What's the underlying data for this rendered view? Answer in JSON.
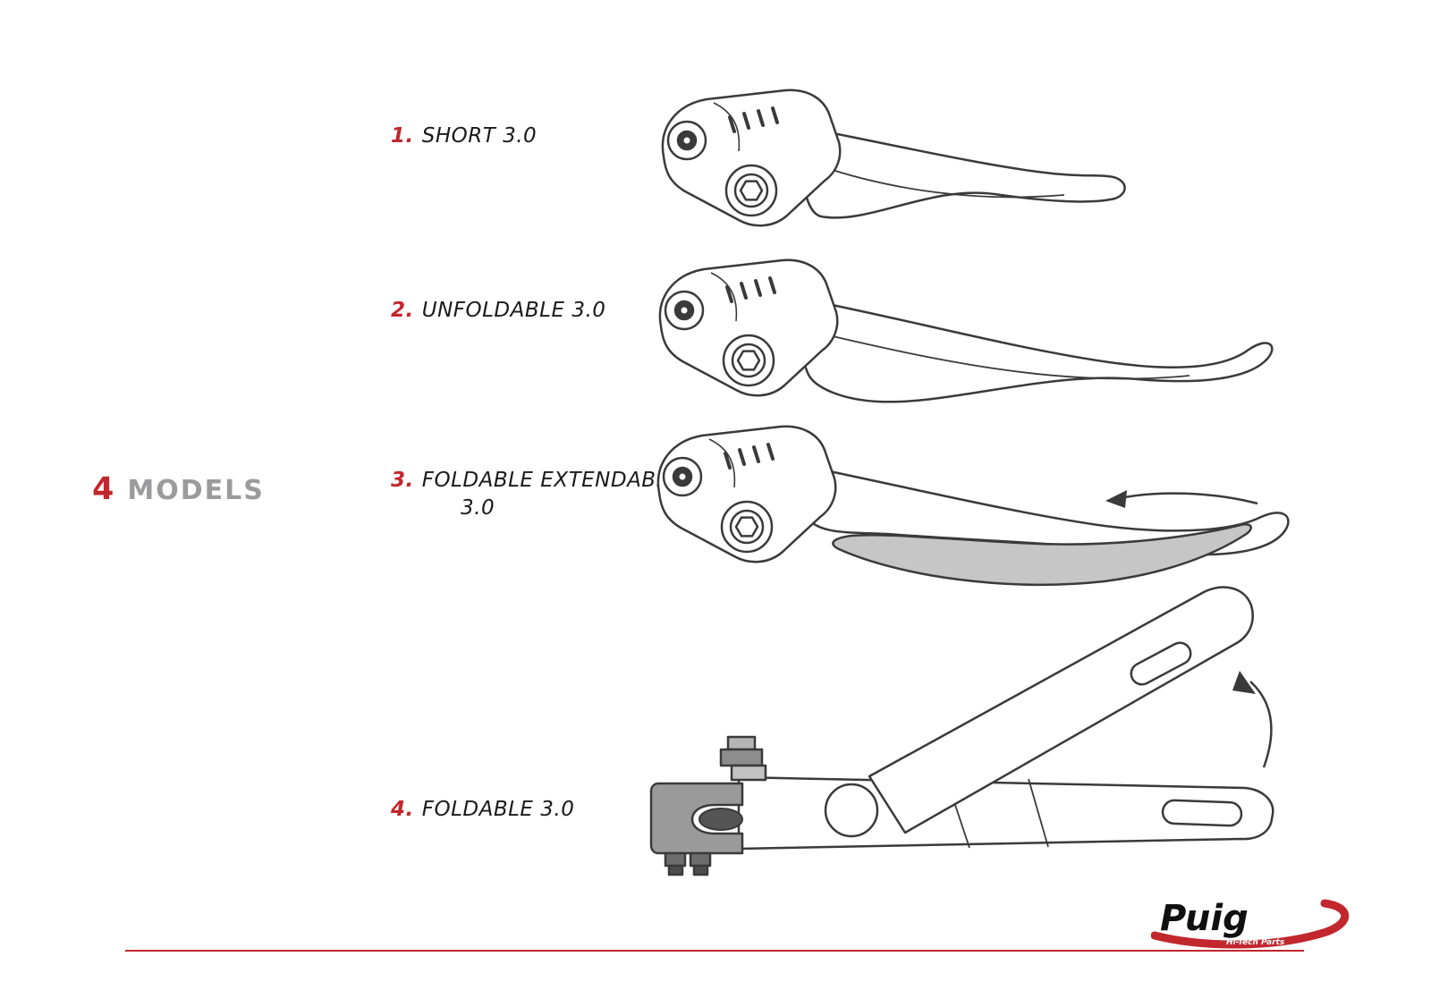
{
  "heading": {
    "count": "4",
    "label": "MODELS"
  },
  "items": [
    {
      "number": "1.",
      "label": "SHORT 3.0"
    },
    {
      "number": "2.",
      "label": "UNFOLDABLE 3.0"
    },
    {
      "number": "3.",
      "label": "FOLDABLE EXTENDABLE",
      "label2": "3.0"
    },
    {
      "number": "4.",
      "label": "FOLDABLE 3.0"
    }
  ],
  "logo": {
    "brand": "Puig",
    "tagline": "Hi-Tech Parts"
  },
  "colors": {
    "accent": "#c1272d",
    "heading_gray": "#9b9b9d",
    "sketch": "#3a3a3a",
    "background": "#ffffff"
  },
  "illustrations": [
    {
      "name": "short-lever-drawing"
    },
    {
      "name": "unfoldable-lever-drawing"
    },
    {
      "name": "foldable-extendable-lever-drawing",
      "annotation": "extend-direction-arrow-left"
    },
    {
      "name": "foldable-lever-drawing",
      "annotation": "fold-direction-arrow-up"
    }
  ]
}
